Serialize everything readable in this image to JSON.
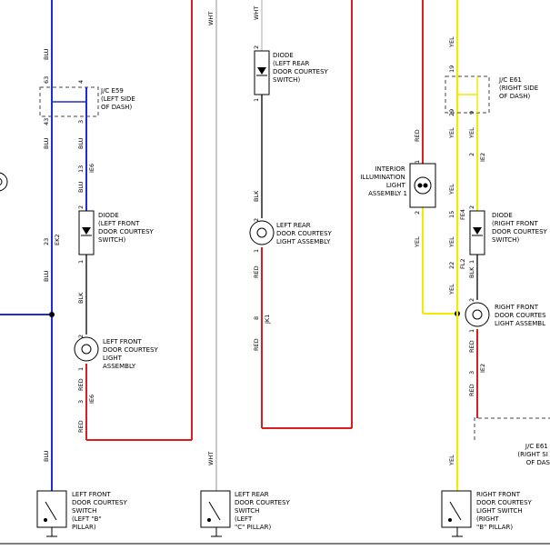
{
  "wires": {
    "blu": "BLU",
    "blk": "BLK",
    "red": "RED",
    "wht": "WHT",
    "yel": "YEL"
  },
  "colors": {
    "blu": "#1f2bd6",
    "red": "#d81e1e",
    "yel": "#f2ea00",
    "wht": "#b8b8b8",
    "blk": "#222222"
  },
  "connectors": {
    "ie6": "IE6",
    "ek2": "EK2",
    "jk1": "JK1",
    "fe4": "FE4",
    "fl2": "FL2",
    "ie2": "IE2"
  },
  "components": {
    "jc_e59": [
      "J/C E59",
      "(LEFT SIDE",
      "OF DASH)"
    ],
    "jc_e61": [
      "J/C E61",
      "(RIGHT SIDE",
      "OF DASH)"
    ],
    "jc_e61_bottom": [
      "J/C E61",
      "(RIGHT SI",
      "OF DAS"
    ],
    "diode_lf": [
      "DIODE",
      "(LEFT FRONT",
      "DOOR COURTESY",
      "SWITCH)"
    ],
    "diode_lr": [
      "DIODE",
      "(LEFT REAR",
      "DOOR COURTESY",
      "SWITCH)"
    ],
    "diode_rf": [
      "DIODE",
      "(RIGHT FRONT",
      "DOOR COURTESY",
      "SWITCH)"
    ],
    "lamp_lf": [
      "LEFT FRONT",
      "DOOR COURTESY",
      "LIGHT",
      "ASSEMBLY"
    ],
    "lamp_lr": [
      "LEFT REAR",
      "DOOR COURTESY",
      "LIGHT ASSEMBLY"
    ],
    "lamp_rf": [
      "RIGHT FRONT",
      "DOOR COURTES",
      "LIGHT ASSEMBL"
    ],
    "interior": [
      "INTERIOR",
      "ILLUMINATION",
      "LIGHT",
      "ASSEMBLY 1"
    ],
    "sw_lf": [
      "LEFT FRONT",
      "DOOR COURTESY",
      "SWITCH",
      "(LEFT \"B\"",
      "PILLAR)"
    ],
    "sw_lr": [
      "LEFT REAR",
      "DOOR COURTESY",
      "SWITCH",
      "(LEFT",
      "\"C\" PILLAR)"
    ],
    "sw_rf": [
      "RIGHT FRONT",
      "DOOR COURTESY",
      "LIGHT SWITCH",
      "(RIGHT",
      "\"B\" PILLAR)"
    ]
  },
  "pins": {
    "p63": "63",
    "p43": "43",
    "p4": "4",
    "p3": "3",
    "p13": "13",
    "p2": "2",
    "p1": "1",
    "p23": "23",
    "p8": "8",
    "p19": "19",
    "p29": "29",
    "p9": "9",
    "p15": "15",
    "p22": "22"
  }
}
